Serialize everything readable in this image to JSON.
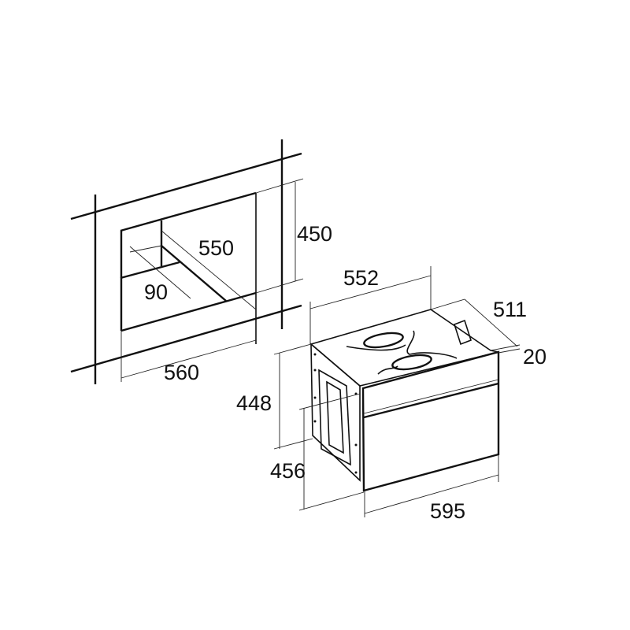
{
  "niche": {
    "height_label": "450",
    "depth_label": "550",
    "gap_label": "90",
    "width_label": "560"
  },
  "oven": {
    "body_width_label": "552",
    "depth_label": "511",
    "panel_thickness_label": "20",
    "body_height_label": "448",
    "front_height_label": "456",
    "front_width_label": "595"
  },
  "colors": {
    "line": "#111111",
    "background": "#ffffff"
  }
}
